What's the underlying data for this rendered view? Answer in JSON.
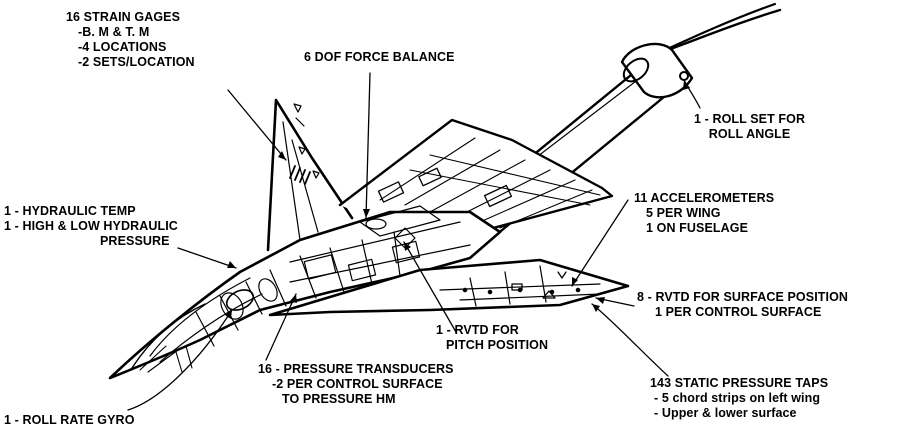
{
  "labels": {
    "strain_gages": [
      "16 STRAIN GAGES",
      "-B. M & T. M",
      "-4 LOCATIONS",
      "-2 SETS/LOCATION"
    ],
    "force_balance": [
      "6 DOF FORCE BALANCE"
    ],
    "roll_set": [
      "1 - ROLL SET FOR",
      "ROLL ANGLE"
    ],
    "hydraulic": [
      "1 - HYDRAULIC TEMP",
      "1 - HIGH & LOW HYDRAULIC",
      "PRESSURE"
    ],
    "accelerometers": [
      "11 ACCELEROMETERS",
      "5 PER WING",
      "1 ON FUSELAGE"
    ],
    "rvtd_surface": [
      "8 - RVTD FOR SURFACE POSITION",
      "1 PER CONTROL SURFACE"
    ],
    "rvtd_pitch": [
      "1 - RVTD FOR",
      "PITCH POSITION"
    ],
    "pressure_transducers": [
      "16 - PRESSURE TRANSDUCERS",
      "-2 PER CONTROL SURFACE",
      "TO PRESSURE HM"
    ],
    "static_taps": [
      "143 STATIC PRESSURE TAPS",
      "- 5 chord strips on left wing",
      "- Upper & lower surface"
    ],
    "roll_rate_gyro": [
      "1 - ROLL RATE GYRO"
    ]
  },
  "colors": {
    "ink": "#000000",
    "paper": "#ffffff",
    "shade": "#d8d8d8"
  }
}
